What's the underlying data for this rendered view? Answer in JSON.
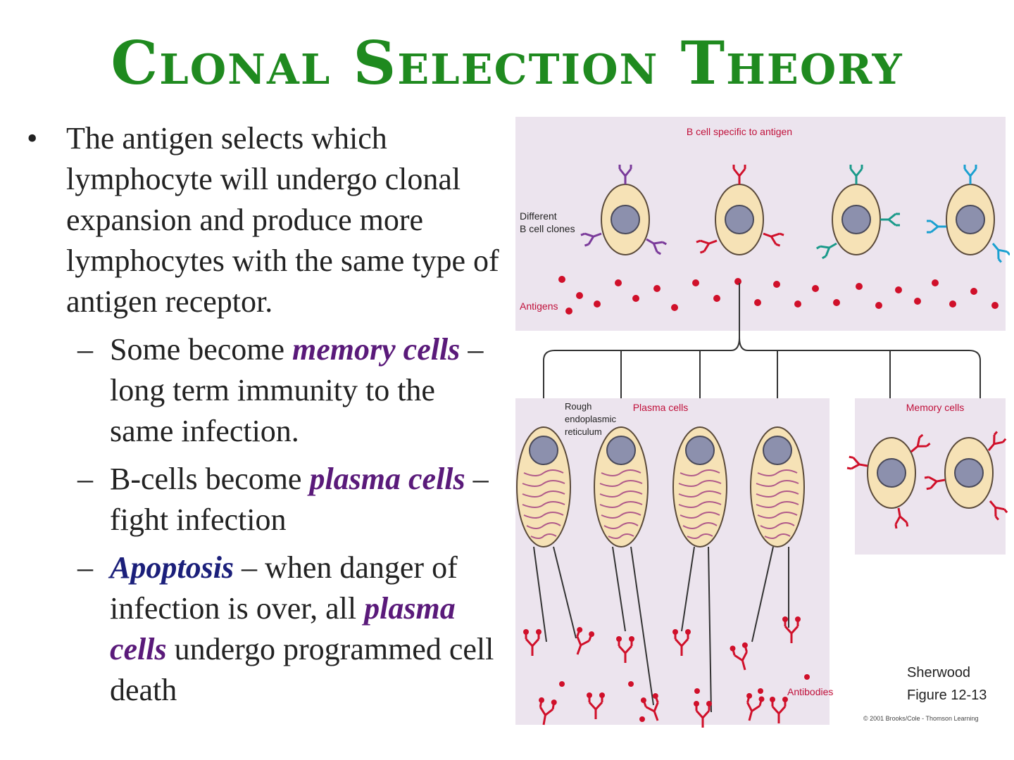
{
  "title": "Clonal Selection Theory",
  "bullets": {
    "main": "The antigen selects which lymphocyte will undergo clonal expansion and produce more lymphocytes with the same type of antigen receptor.",
    "sub1_pre": "Some become ",
    "sub1_em": "memory cells",
    "sub1_post": " – long term immunity to the same infection.",
    "sub2_pre": "B-cells become ",
    "sub2_em": "plasma cells",
    "sub2_post": " – fight infection",
    "sub3_em": "Apoptosis",
    "sub3_mid": " – when danger of infection is over, all ",
    "sub3_em2": "plasma cells",
    "sub3_post": " undergo programmed cell death"
  },
  "figure": {
    "top_label": "B cell specific to antigen",
    "clones_label_1": "Different",
    "clones_label_2": "B cell clones",
    "antigens_label": "Antigens",
    "rer_label_1": "Rough",
    "rer_label_2": "endoplasmic",
    "rer_label_3": "reticulum",
    "plasma_label": "Plasma cells",
    "memory_label": "Memory cells",
    "antibodies_label": "Antibodies",
    "credit_1": "Sherwood",
    "credit_2": "Figure 12-13",
    "copyright": "© 2001 Brooks/Cole - Thomson Learning"
  },
  "colors": {
    "title": "#1f8a1f",
    "emphasis_purple": "#5a1a7a",
    "emphasis_navy": "#1b1f7a",
    "panel_bg": "#ece4ee",
    "antigen_red": "#d0102a",
    "cell_fill": "#f6e2b6",
    "nucleus": "#8c90ad"
  }
}
